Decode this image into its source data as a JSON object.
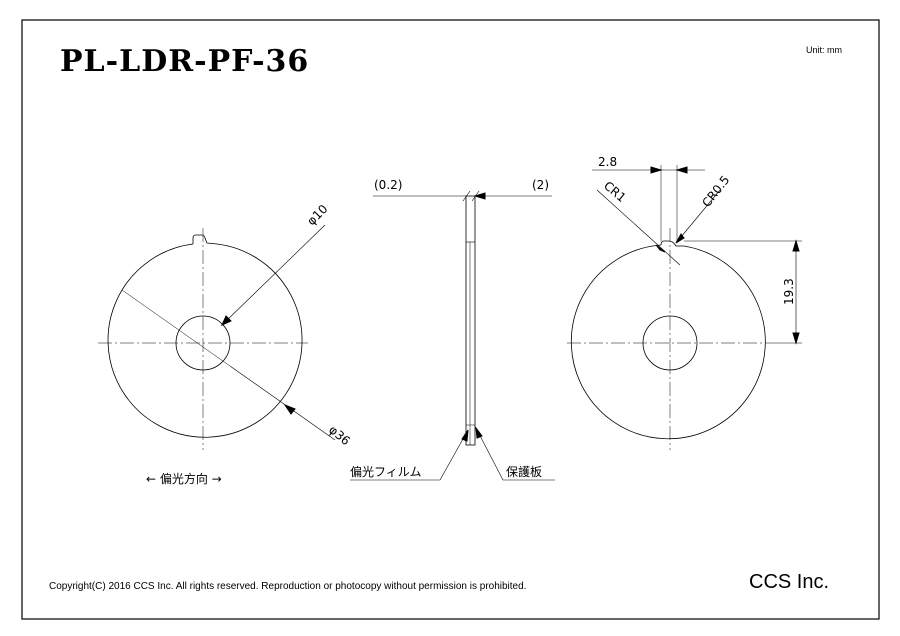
{
  "title": "PL-LDR-PF-36",
  "unit": "Unit: mm",
  "copyright": "Copyright(C) 2016 CCS Inc. All rights reserved. Reproduction or photocopy without permission is prohibited.",
  "company": "CCS Inc.",
  "front_view": {
    "inner_diameter_label": "φ10",
    "outer_diameter_label": "φ36",
    "polarization_label": "← 偏光方向 →"
  },
  "side_view": {
    "film_thickness_label": "(0.2)",
    "plate_thickness_label": "(2)",
    "film_label": "偏光フィルム",
    "plate_label": "保護板"
  },
  "rear_view": {
    "tab_width_label": "2.8",
    "corner_radius_1_label": "CR1",
    "corner_radius_2_label": "CR0.5",
    "tab_height_label": "19.3"
  }
}
